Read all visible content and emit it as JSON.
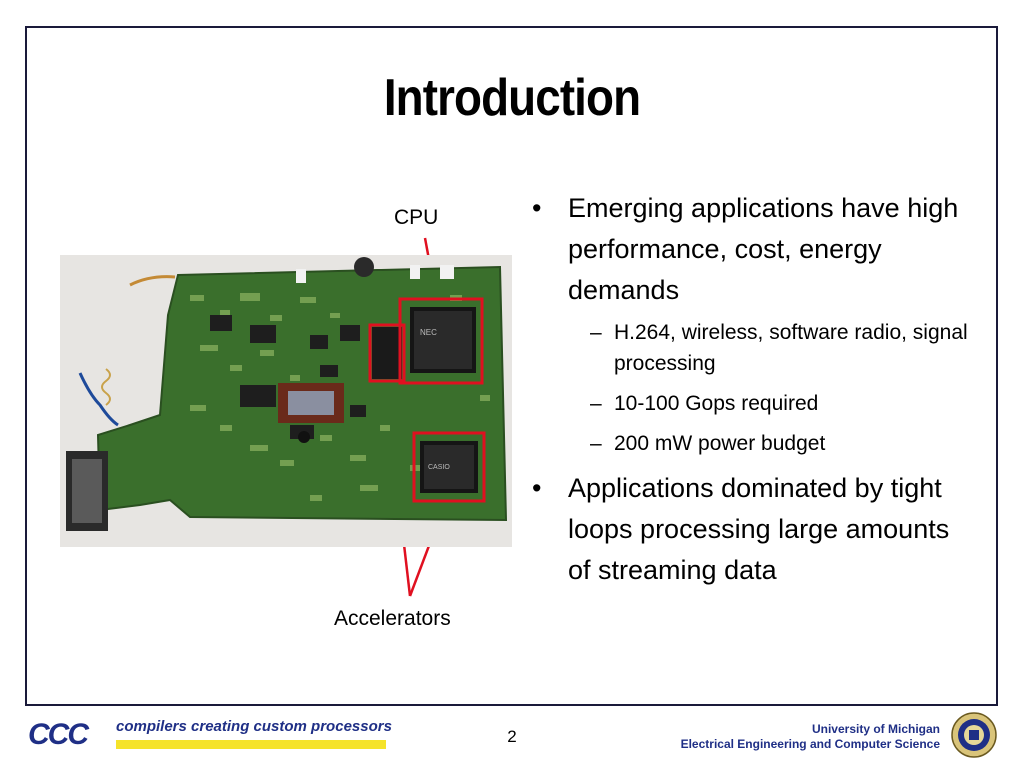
{
  "slide": {
    "title": "Introduction",
    "page_number": "2"
  },
  "figure": {
    "cpu_label": "CPU",
    "accelerators_label": "Accelerators",
    "highlight_color": "#e01020"
  },
  "bullets": [
    {
      "text": "Emerging applications have high performance, cost, energy demands",
      "sub": [
        "H.264, wireless, software radio, signal processing",
        "10-100 Gops required",
        "200 mW power budget"
      ]
    },
    {
      "text": "Applications dominated by tight loops processing large amounts of streaming data",
      "sub": []
    }
  ],
  "footer": {
    "logo_text": "CCC",
    "tagline": "compilers creating custom processors",
    "university": "University of Michigan",
    "department": "Electrical Engineering and Computer Science"
  }
}
